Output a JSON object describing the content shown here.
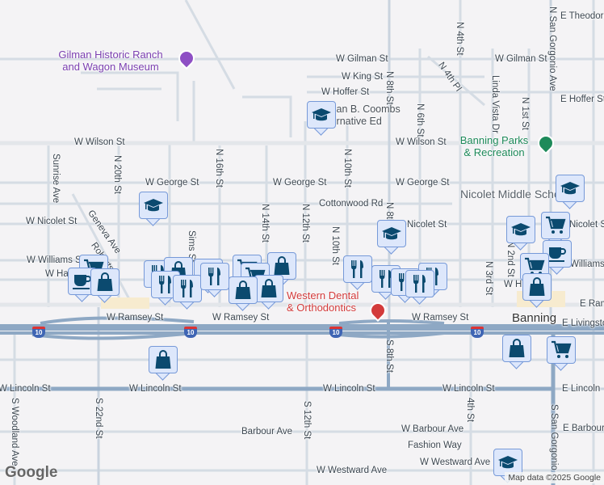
{
  "colors": {
    "background": "#f4f3f5",
    "road": "#d5dce4",
    "highway": "#8ea8c4",
    "marker_fill": "#dde7fb",
    "marker_border": "#7699d8",
    "marker_icon": "#0b4a6f",
    "museum": "#7b3fb0",
    "park": "#1e8a5a",
    "dental": "#d33b3b"
  },
  "pois": {
    "museum": "Gilman Historic Ranch and Wagon Museum",
    "school_coombs": "Susan B. Coombs Alternative Ed",
    "park": "Banning Parks & Recreation",
    "nicolet_school": "Nicolet Middle School",
    "dental": "Western Dental & Orthodontics",
    "town": "Banning"
  },
  "streets": {
    "e_theodore": "E Theodore",
    "n_san_gorgonio": "N San Gorgonio Ave",
    "w_gilman_1": "W Gilman St",
    "w_gilman_2": "W Gilman St",
    "w_king": "W King St",
    "n_4th_pl": "N 4th Pl",
    "n_4th": "N 4th St",
    "n_8th": "N 8th St",
    "w_hoffer": "W Hoffer St",
    "e_hoffer": "E Hoffer St",
    "linda_vista": "Linda Vista Dr",
    "n_1st": "N 1st St",
    "n_6th": "N 6th St",
    "w_wilson_1": "W Wilson St",
    "w_wilson_2": "W Wilson St",
    "n_20th": "N 20th St",
    "n_16th": "N 16th St",
    "n_10th_1": "N 10th St",
    "sunrise": "Sunrise Ave",
    "w_george_1": "W George St",
    "w_george_2": "W George St",
    "w_george_3": "W George St",
    "cottonwood": "Cottonwood Rd",
    "w_nicolet_1": "W Nicolet St",
    "w_nicolet_2": "W Nicolet St",
    "nicolet_e": "Nicolet St",
    "geneva": "Geneva Ave",
    "sims": "Sims St",
    "n_14th": "N 14th St",
    "n_12th": "N 12th St",
    "n_10th_2": "N 10th St",
    "n_8th_2": "N 8th St",
    "robertson": "Robertson",
    "w_williams": "W Williams St",
    "williams_e": "Williams",
    "w_hays": "W Hays",
    "w_h_e": "W H",
    "n_3rd": "N 3rd St",
    "n_2nd": "N 2nd St",
    "w_ramsey_1": "W Ramsey St",
    "w_ramsey_2": "W Ramsey St",
    "w_ramsey_3": "W Ramsey St",
    "e_ramsey": "E Ramsey",
    "e_livingston": "E Livingston",
    "s_8th": "S 8th St",
    "w_lincoln_1": "W Lincoln St",
    "w_lincoln_2": "W Lincoln St",
    "w_lincoln_3": "W Lincoln St",
    "w_lincoln_4": "W Lincoln St",
    "e_lincoln": "E Lincoln",
    "s_22nd": "S 22nd St",
    "s_12th": "S 12th St",
    "s_4th": "4th St",
    "s_woodland": "S Woodland Ave",
    "s_san": "S San Gorgonio",
    "barbour": "Barbour Ave",
    "w_barbour": "W Barbour Ave",
    "e_barbour": "E Barbour St",
    "fashion": "Fashion Way",
    "w_westward_1": "W Westward Ave",
    "w_westward_2": "W Westward Ave",
    "interstate": "10"
  },
  "markers": [
    {
      "icon": "school-icon"
    },
    {
      "icon": "school-icon"
    },
    {
      "icon": "school-icon"
    },
    {
      "icon": "school-icon"
    },
    {
      "icon": "school-icon"
    },
    {
      "icon": "cart-icon"
    },
    {
      "icon": "cup-icon"
    },
    {
      "icon": "cart-icon"
    },
    {
      "icon": "bag-icon"
    },
    {
      "icon": "bag-icon"
    },
    {
      "icon": "cart-icon"
    },
    {
      "icon": "bag-icon"
    },
    {
      "icon": "school-icon"
    },
    {
      "icon": "cart-icon"
    },
    {
      "icon": "cup-icon"
    },
    {
      "icon": "bag-icon"
    },
    {
      "icon": "fork-knife-icon"
    },
    {
      "icon": "bag-icon"
    },
    {
      "icon": "fork-knife-icon"
    },
    {
      "icon": "fork-knife-icon"
    },
    {
      "icon": "fork-knife-icon"
    },
    {
      "icon": "fork-knife-icon"
    },
    {
      "icon": "cart-icon"
    },
    {
      "icon": "bag-icon"
    },
    {
      "icon": "cart-icon"
    },
    {
      "icon": "bag-icon"
    },
    {
      "icon": "bag-icon"
    },
    {
      "icon": "fork-knife-icon"
    },
    {
      "icon": "fork-knife-icon"
    },
    {
      "icon": "fork-knife-icon"
    },
    {
      "icon": "fork-knife-icon"
    },
    {
      "icon": "fork-knife-icon"
    }
  ],
  "footer": {
    "logo": "Google",
    "attribution": "Map data ©2025 Google"
  }
}
